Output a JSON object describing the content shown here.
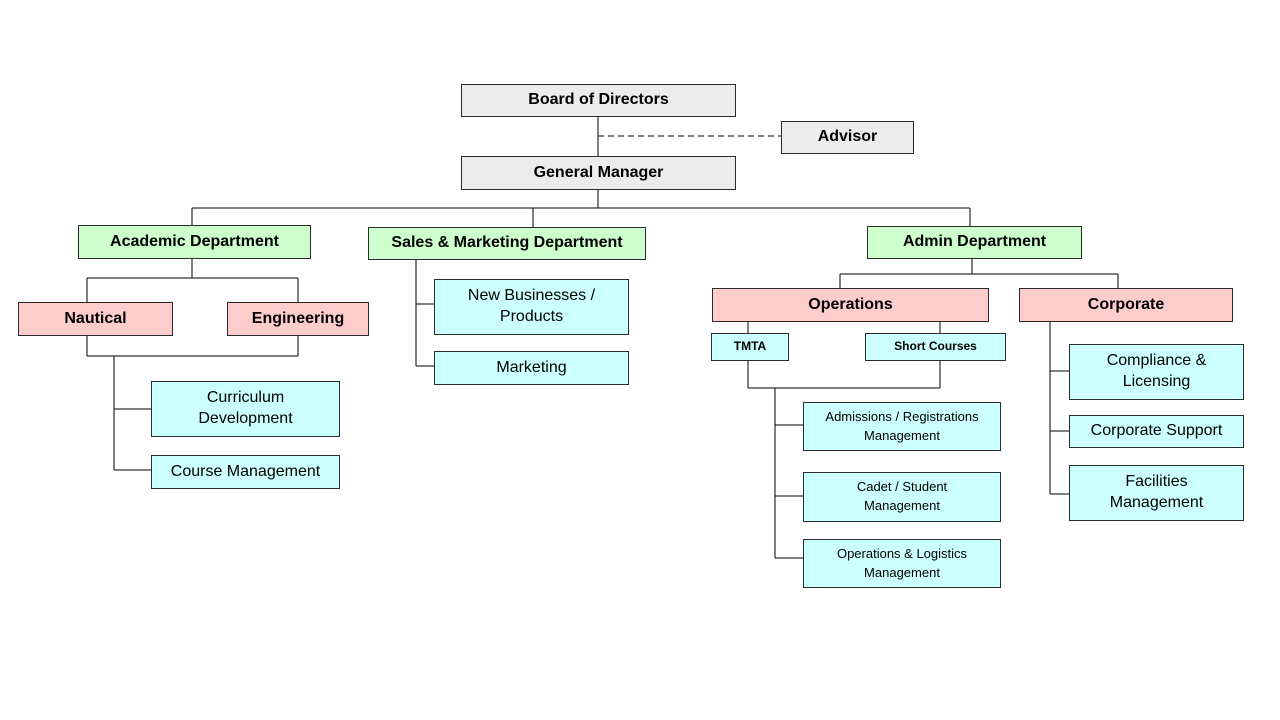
{
  "top": {
    "board": "Board of Directors",
    "advisor": "Advisor",
    "gm": "General Manager"
  },
  "departments": {
    "academic": {
      "label": "Academic Department",
      "nautical": "Nautical",
      "engineering": "Engineering",
      "items": [
        "Curriculum Development",
        "Course Management"
      ]
    },
    "sales": {
      "label": "Sales & Marketing Department",
      "items": [
        "New Businesses / Products",
        "Marketing"
      ]
    },
    "admin": {
      "label": "Admin Department",
      "operations": {
        "label": "Operations",
        "tmta": "TMTA",
        "short_courses": "Short Courses",
        "items": [
          "Admissions / Registrations Management",
          "Cadet / Student Management",
          "Operations & Logistics Management"
        ]
      },
      "corporate": {
        "label": "Corporate",
        "items": [
          "Compliance & Licensing",
          "Corporate Support",
          "Facilities Management"
        ]
      }
    }
  },
  "colors": {
    "executive": "#ececec",
    "department": "#ccffcc",
    "division": "#ffcccc",
    "function": "#ccffff",
    "line": "#000000"
  }
}
